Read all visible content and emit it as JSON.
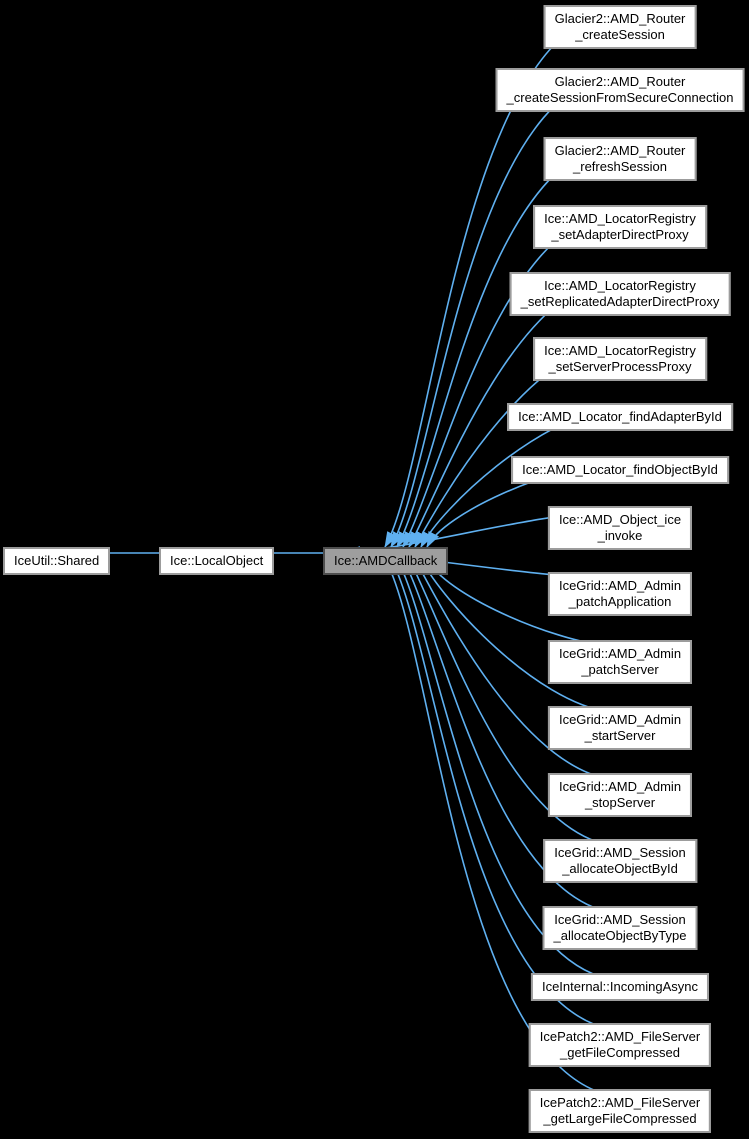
{
  "diagram": {
    "type": "class-inheritance-graph",
    "colors": {
      "background": "#000000",
      "edge": "#5fb0f0",
      "node_fill": "#ffffff",
      "node_border": "#9c9c9c",
      "highlight_fill": "#9e9e9e",
      "highlight_border": "#4d4d4d",
      "text": "#000000"
    },
    "base_chain": [
      {
        "id": "iceutil-shared",
        "lines": [
          "IceUtil::Shared"
        ]
      },
      {
        "id": "ice-localobject",
        "lines": [
          "Ice::LocalObject"
        ]
      },
      {
        "id": "ice-amdcallback",
        "lines": [
          "Ice::AMDCallback"
        ],
        "highlighted": true
      }
    ],
    "derived": [
      {
        "id": "glacier2-amd-router-createsession",
        "lines": [
          "Glacier2::AMD_Router",
          "_createSession"
        ]
      },
      {
        "id": "glacier2-amd-router-createsessionfromsecureconnection",
        "lines": [
          "Glacier2::AMD_Router",
          "_createSessionFromSecureConnection"
        ]
      },
      {
        "id": "glacier2-amd-router-refreshsession",
        "lines": [
          "Glacier2::AMD_Router",
          "_refreshSession"
        ]
      },
      {
        "id": "ice-amd-locatorregistry-setadapterdirectproxy",
        "lines": [
          "Ice::AMD_LocatorRegistry",
          "_setAdapterDirectProxy"
        ]
      },
      {
        "id": "ice-amd-locatorregistry-setreplicatedadapterdirectproxy",
        "lines": [
          "Ice::AMD_LocatorRegistry",
          "_setReplicatedAdapterDirectProxy"
        ]
      },
      {
        "id": "ice-amd-locatorregistry-setserverprocessproxy",
        "lines": [
          "Ice::AMD_LocatorRegistry",
          "_setServerProcessProxy"
        ]
      },
      {
        "id": "ice-amd-locator-findadapterbyid",
        "lines": [
          "Ice::AMD_Locator_findAdapterById"
        ]
      },
      {
        "id": "ice-amd-locator-findobjectbyid",
        "lines": [
          "Ice::AMD_Locator_findObjectById"
        ]
      },
      {
        "id": "ice-amd-object-ice-invoke",
        "lines": [
          "Ice::AMD_Object_ice",
          "_invoke"
        ]
      },
      {
        "id": "icegrid-amd-admin-patchapplication",
        "lines": [
          "IceGrid::AMD_Admin",
          "_patchApplication"
        ]
      },
      {
        "id": "icegrid-amd-admin-patchserver",
        "lines": [
          "IceGrid::AMD_Admin",
          "_patchServer"
        ]
      },
      {
        "id": "icegrid-amd-admin-startserver",
        "lines": [
          "IceGrid::AMD_Admin",
          "_startServer"
        ]
      },
      {
        "id": "icegrid-amd-admin-stopserver",
        "lines": [
          "IceGrid::AMD_Admin",
          "_stopServer"
        ]
      },
      {
        "id": "icegrid-amd-session-allocateobjectbyid",
        "lines": [
          "IceGrid::AMD_Session",
          "_allocateObjectById"
        ]
      },
      {
        "id": "icegrid-amd-session-allocateobjectbytype",
        "lines": [
          "IceGrid::AMD_Session",
          "_allocateObjectByType"
        ]
      },
      {
        "id": "iceinternal-incomingasync",
        "lines": [
          "IceInternal::IncomingAsync"
        ]
      },
      {
        "id": "icepatch2-amd-fileserver-getfilecompressed",
        "lines": [
          "IcePatch2::AMD_FileServer",
          "_getFileCompressed"
        ]
      },
      {
        "id": "icepatch2-amd-fileserver-getlargefilecompressed",
        "lines": [
          "IcePatch2::AMD_FileServer",
          "_getLargeFileCompressed"
        ]
      }
    ]
  }
}
